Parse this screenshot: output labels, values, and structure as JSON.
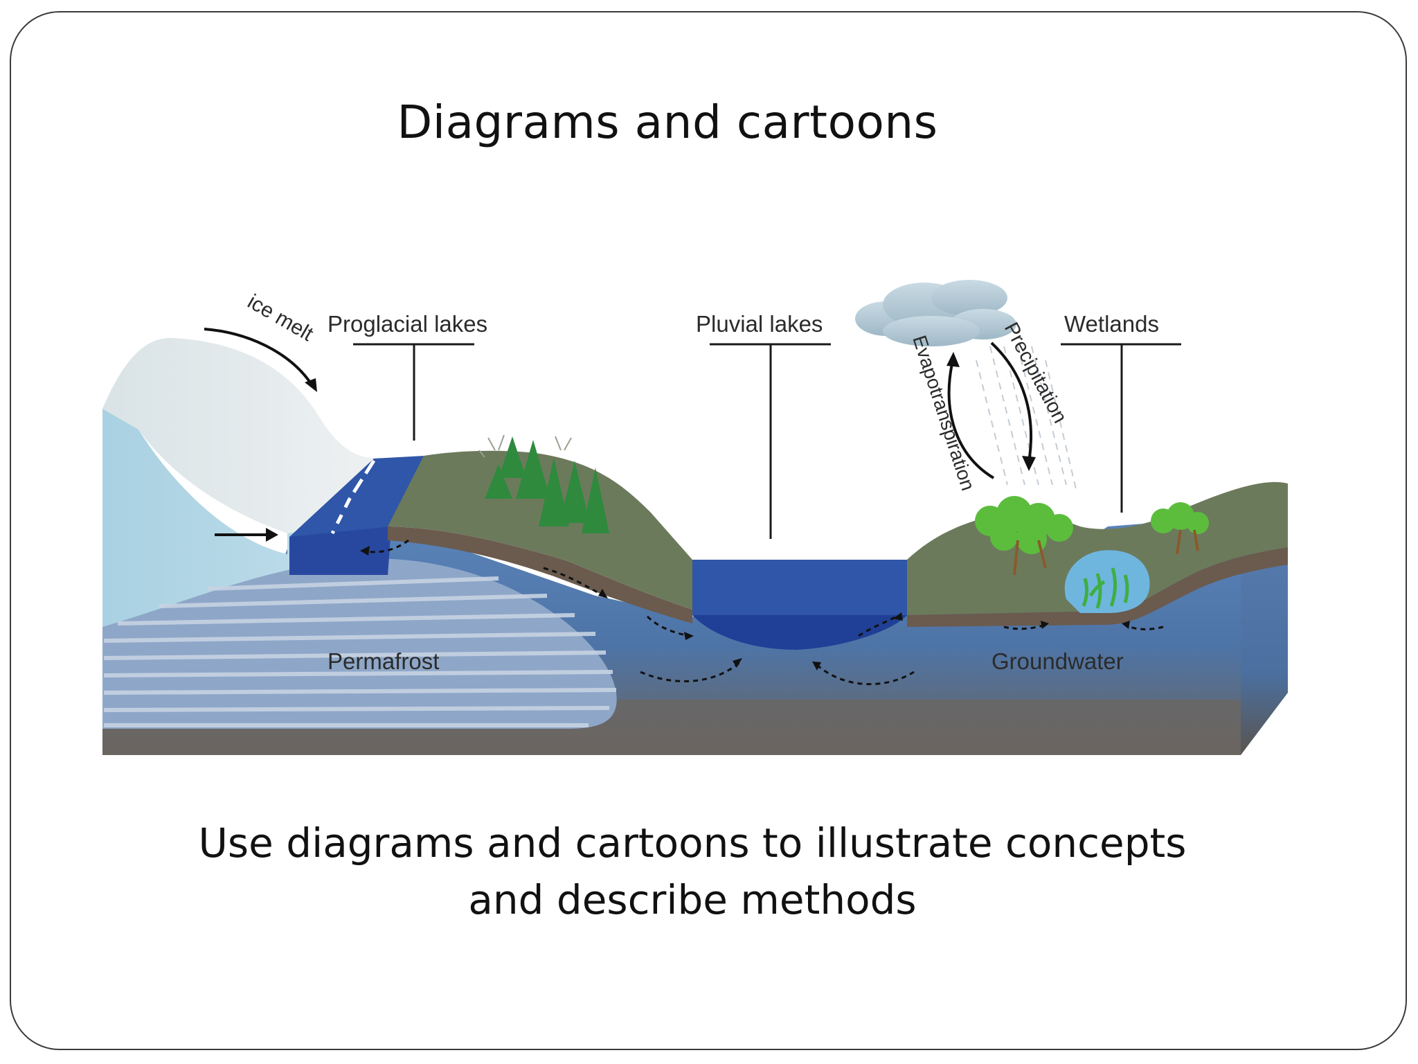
{
  "slide": {
    "title": "Diagrams and cartoons",
    "caption_lines": [
      "Use diagrams and cartoons to illustrate concepts",
      "and describe methods"
    ]
  },
  "diagram": {
    "labels": {
      "ice_melt": "ice melt",
      "proglacial_lakes": "Proglacial lakes",
      "pluvial_lakes": "Pluvial lakes",
      "wetlands": "Wetlands",
      "precipitation": "Precipitation",
      "evapotranspiration": "Evapotranspiration",
      "permafrost": "Permafrost",
      "groundwater": "Groundwater"
    },
    "colors": {
      "glacier": "#cfe3ea",
      "ice_blue": "#a9d2e4",
      "lake_blue": "#2b4fa3",
      "groundwater_blue": "#4f79b0",
      "soil_brown": "#6b6560",
      "hill_green": "#6c7a5c",
      "tree_green": "#2f8a3e",
      "shrub_green": "#5cbd3d"
    }
  }
}
